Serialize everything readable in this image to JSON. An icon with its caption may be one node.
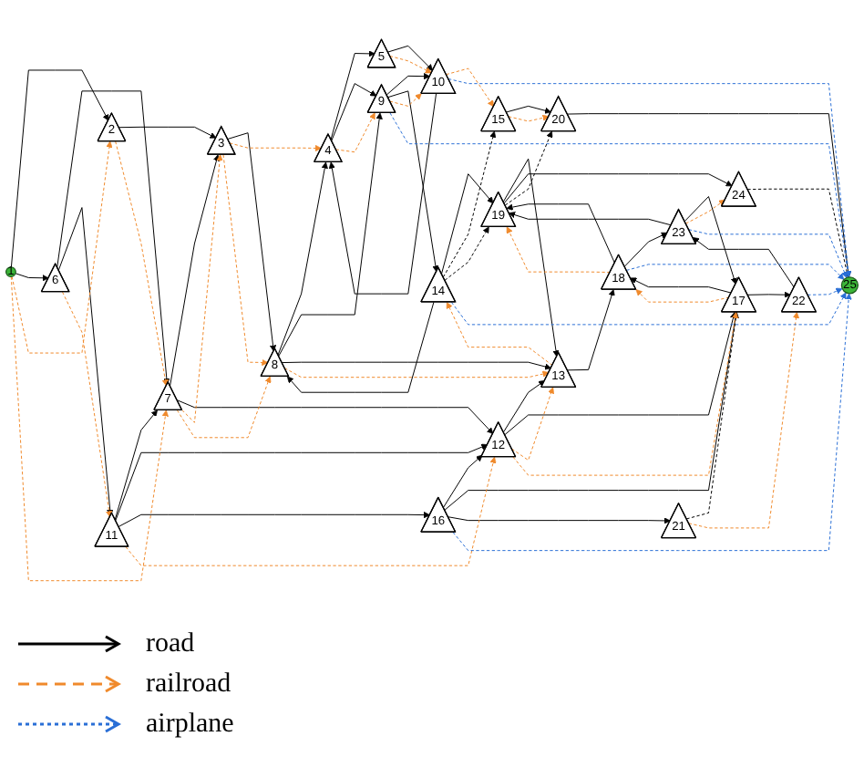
{
  "diagram": {
    "nodes": [
      {
        "text": [
          "1"
        ]
      },
      {
        "text": [
          "2"
        ]
      },
      {
        "text": [
          "3"
        ]
      },
      {
        "text": [
          "4"
        ]
      },
      {
        "text": [
          "5"
        ]
      },
      {
        "text": [
          "6"
        ]
      },
      {
        "text": [
          "7"
        ]
      },
      {
        "text": [
          "8"
        ]
      },
      {
        "text": [
          "9"
        ]
      },
      {
        "text": [
          "10"
        ]
      },
      {
        "text": [
          "11"
        ]
      },
      {
        "text": [
          "12"
        ]
      },
      {
        "text": [
          "13"
        ]
      },
      {
        "text": [
          "14"
        ]
      },
      {
        "text": [
          "15"
        ]
      },
      {
        "text": [
          "16"
        ]
      },
      {
        "text": [
          "17"
        ]
      },
      {
        "text": [
          "18"
        ]
      },
      {
        "text": [
          "19"
        ]
      },
      {
        "text": [
          "20"
        ]
      },
      {
        "text": [
          "21"
        ]
      },
      {
        "text": [
          "22"
        ]
      },
      {
        "text": [
          "23"
        ]
      },
      {
        "text": [
          "24"
        ]
      },
      {
        "text": [
          "25"
        ]
      }
    ],
    "edges": [
      {
        "from": 0,
        "to": 1,
        "arrow": "to"
      },
      {
        "from": 0,
        "to": 5,
        "arrow": "to"
      },
      {
        "from": 1,
        "to": 2,
        "arrow": "to"
      },
      {
        "from": 6,
        "to": 2,
        "arrow": "to"
      },
      {
        "from": 2,
        "to": 7,
        "arrow": "to"
      },
      {
        "from": 5,
        "to": 6,
        "arrow": "to"
      },
      {
        "from": 5,
        "to": 10,
        "arrow": "to"
      },
      {
        "from": 10,
        "to": 6,
        "arrow": "to"
      },
      {
        "from": 6,
        "to": 11,
        "arrow": "to"
      },
      {
        "from": 10,
        "to": 11,
        "arrow": "to"
      },
      {
        "from": 10,
        "to": 15,
        "arrow": "to"
      },
      {
        "from": 15,
        "to": 11,
        "arrow": "to"
      },
      {
        "from": 7,
        "to": 3,
        "arrow": "to"
      },
      {
        "from": 3,
        "to": 4,
        "arrow": "to"
      },
      {
        "from": 4,
        "to": 9,
        "arrow": "to"
      },
      {
        "from": 9,
        "to": 3,
        "arrow": "to"
      },
      {
        "from": 3,
        "to": 8,
        "arrow": "to"
      },
      {
        "from": 7,
        "to": 8,
        "arrow": "to"
      },
      {
        "from": 8,
        "to": 9,
        "arrow": "to"
      },
      {
        "from": 8,
        "to": 13,
        "arrow": "to"
      },
      {
        "from": 13,
        "to": 7,
        "arrow": "to"
      },
      {
        "from": 7,
        "to": 12,
        "arrow": "to"
      },
      {
        "from": 11,
        "to": 12,
        "arrow": "to"
      },
      {
        "from": 18,
        "to": 12,
        "arrow": "to"
      },
      {
        "from": 12,
        "to": 17,
        "arrow": "to"
      },
      {
        "from": 13,
        "to": 18,
        "arrow": "to"
      },
      {
        "from": 16,
        "to": 17,
        "arrow": "to"
      },
      {
        "from": 17,
        "to": 18,
        "arrow": "to"
      },
      {
        "from": 17,
        "to": 22,
        "arrow": "to"
      },
      {
        "from": 11,
        "to": 16,
        "arrow": "to"
      },
      {
        "from": 15,
        "to": 16,
        "arrow": "to"
      },
      {
        "from": 15,
        "to": 20,
        "arrow": "to"
      },
      {
        "from": 16,
        "to": 21,
        "arrow": "to"
      },
      {
        "from": 21,
        "to": 22,
        "arrow": "to"
      },
      {
        "from": 22,
        "to": 16,
        "arrow": "to"
      },
      {
        "from": 22,
        "to": 18,
        "arrow": "to"
      },
      {
        "from": 18,
        "to": 23,
        "arrow": "to"
      },
      {
        "from": 14,
        "to": 19,
        "arrow": "to"
      },
      {
        "from": 19,
        "to": 24,
        "arrow": "to"
      },
      {
        "from": 13,
        "to": 14,
        "arrow": "to",
        "style": "dashed"
      },
      {
        "from": 13,
        "to": 18,
        "arrow": "to",
        "style": "dashed"
      },
      {
        "from": 18,
        "to": 19,
        "arrow": "to",
        "style": "dashed"
      },
      {
        "from": 20,
        "to": 16,
        "arrow": "to",
        "style": "dashed"
      },
      {
        "from": 23,
        "to": 24,
        "arrow": "to",
        "style": "dashed"
      },
      {
        "from": 0,
        "to": 1,
        "arrow": "to",
        "style": "dashed",
        "color": "#f08a2c"
      },
      {
        "from": 0,
        "to": 6,
        "arrow": "to",
        "style": "dashed",
        "color": "#f08a2c"
      },
      {
        "from": 1,
        "to": 6,
        "arrow": "to",
        "style": "dashed",
        "color": "#f08a2c"
      },
      {
        "from": 6,
        "to": 2,
        "arrow": "to",
        "style": "dashed",
        "color": "#f08a2c"
      },
      {
        "from": 6,
        "to": 7,
        "arrow": "to",
        "style": "dashed",
        "color": "#f08a2c"
      },
      {
        "from": 2,
        "to": 3,
        "arrow": "to",
        "style": "dashed",
        "color": "#f08a2c"
      },
      {
        "from": 2,
        "to": 7,
        "arrow": "to",
        "style": "dashed",
        "color": "#f08a2c"
      },
      {
        "from": 3,
        "to": 8,
        "arrow": "to",
        "style": "dashed",
        "color": "#f08a2c"
      },
      {
        "from": 4,
        "to": 9,
        "arrow": "to",
        "style": "dashed",
        "color": "#f08a2c"
      },
      {
        "from": 8,
        "to": 9,
        "arrow": "to",
        "style": "dashed",
        "color": "#f08a2c"
      },
      {
        "from": 9,
        "to": 14,
        "arrow": "to",
        "style": "dashed",
        "color": "#f08a2c"
      },
      {
        "from": 14,
        "to": 19,
        "arrow": "to",
        "style": "dashed",
        "color": "#f08a2c"
      },
      {
        "from": 7,
        "to": 12,
        "arrow": "to",
        "style": "dashed",
        "color": "#f08a2c"
      },
      {
        "from": 11,
        "to": 12,
        "arrow": "to",
        "style": "dashed",
        "color": "#f08a2c"
      },
      {
        "from": 12,
        "to": 13,
        "arrow": "to",
        "style": "dashed",
        "color": "#f08a2c"
      },
      {
        "from": 5,
        "to": 10,
        "arrow": "to",
        "style": "dashed",
        "color": "#f08a2c"
      },
      {
        "from": 10,
        "to": 11,
        "arrow": "to",
        "style": "dashed",
        "color": "#f08a2c"
      },
      {
        "from": 11,
        "to": 16,
        "arrow": "to",
        "style": "dashed",
        "color": "#f08a2c"
      },
      {
        "from": 16,
        "to": 17,
        "arrow": "to",
        "style": "dashed",
        "color": "#f08a2c"
      },
      {
        "from": 17,
        "to": 18,
        "arrow": "to",
        "style": "dashed",
        "color": "#f08a2c"
      },
      {
        "from": 20,
        "to": 21,
        "arrow": "to",
        "style": "dashed",
        "color": "#f08a2c"
      },
      {
        "from": 22,
        "to": 23,
        "arrow": "to",
        "style": "dashed",
        "color": "#f08a2c"
      },
      {
        "from": 9,
        "to": 24,
        "arrow": "to",
        "style": "dashed",
        "color": "#2a6fd6"
      },
      {
        "from": 8,
        "to": 24,
        "arrow": "to",
        "style": "dashed",
        "color": "#2a6fd6"
      },
      {
        "from": 13,
        "to": 24,
        "arrow": "to",
        "style": "dashed",
        "color": "#2a6fd6"
      },
      {
        "from": 17,
        "to": 24,
        "arrow": "to",
        "style": "dashed",
        "color": "#2a6fd6"
      },
      {
        "from": 15,
        "to": 24,
        "arrow": "to",
        "style": "dashed",
        "color": "#2a6fd6"
      },
      {
        "from": 22,
        "to": 24,
        "arrow": "to",
        "style": "dashed",
        "color": "#2a6fd6"
      },
      {
        "from": 21,
        "to": 24,
        "arrow": "to",
        "style": "dashed",
        "color": "#2a6fd6"
      }
    ],
    "legend": [
      {
        "text": "road"
      },
      {
        "text": "railroad"
      },
      {
        "text": "airplane"
      }
    ]
  }
}
